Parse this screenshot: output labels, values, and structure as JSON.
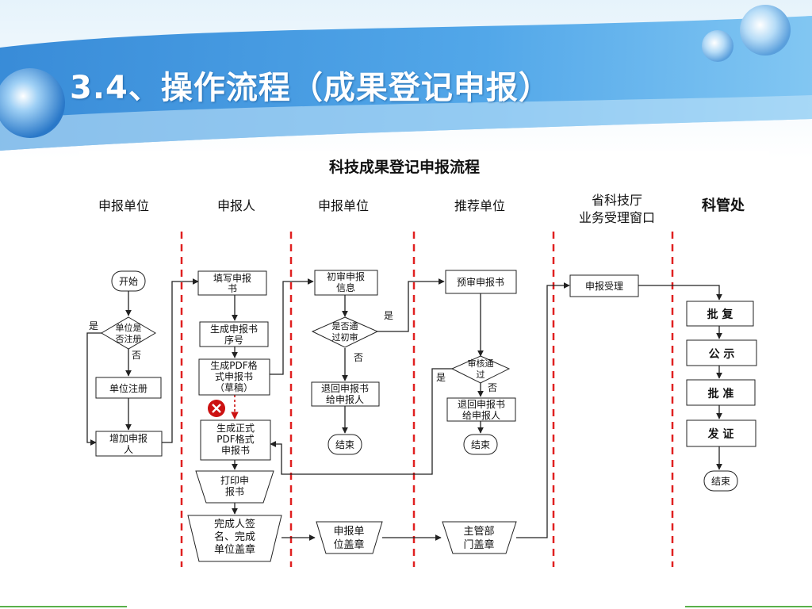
{
  "slide": {
    "title": "3.4、操作流程（成果登记申报）"
  },
  "diagram": {
    "title": "科技成果登记申报流程",
    "lanes": [
      {
        "label": "申报单位"
      },
      {
        "label": "申报人"
      },
      {
        "label": "申报单位"
      },
      {
        "label": "推荐单位"
      },
      {
        "label_line1": "省科技厅",
        "label_line2": "业务受理窗口"
      },
      {
        "label": "科管处"
      }
    ],
    "nodes": {
      "start": "开始",
      "is_registered_l1": "单位是",
      "is_registered_l2": "否注册",
      "unit_register": "单位注册",
      "add_applicant_l1": "增加申报",
      "add_applicant_l2": "人",
      "fill_form_l1": "填写申报",
      "fill_form_l2": "书",
      "gen_serial_l1": "生成申报书",
      "gen_serial_l2": "序号",
      "gen_pdf_draft_l1": "生成PDF格",
      "gen_pdf_draft_l2": "式申报书",
      "gen_pdf_draft_l3": "（草稿）",
      "gen_pdf_final_l1": "生成正式",
      "gen_pdf_final_l2": "PDF格式",
      "gen_pdf_final_l3": "申报书",
      "print_form_l1": "打印申",
      "print_form_l2": "报书",
      "sign_seal_l1": "完成人签",
      "sign_seal_l2": "名、完成",
      "sign_seal_l3": "单位盖章",
      "initial_review_info_l1": "初审申报",
      "initial_review_info_l2": "信息",
      "pass_initial_l1": "是否通",
      "pass_initial_l2": "过初审",
      "return_applicant_1_l1": "退回申报书",
      "return_applicant_1_l2": "给申报人",
      "end_1": "结束",
      "unit_seal_l1": "申报单",
      "unit_seal_l2": "位盖章",
      "pre_review": "预审申报书",
      "review_pass_l1": "审核通",
      "review_pass_l2": "过",
      "return_applicant_2_l1": "退回申报书",
      "return_applicant_2_l2": "给申报人",
      "end_2": "结束",
      "dept_seal_l1": "主管部",
      "dept_seal_l2": "门盖章",
      "accept": "申报受理",
      "approve": "批 复",
      "publicize": "公 示",
      "ratify": "批 准",
      "issue_cert": "发 证",
      "end_3": "结束"
    },
    "edge_labels": {
      "yes_registered": "是",
      "no_registered": "否",
      "yes_initial": "是",
      "no_initial": "否",
      "yes_review": "是",
      "no_review": "否"
    }
  },
  "colors": {
    "header_blue": "#3d8fd8",
    "lane_divider": "#e02020",
    "stroke": "#222222",
    "error_red": "#cc1111"
  }
}
